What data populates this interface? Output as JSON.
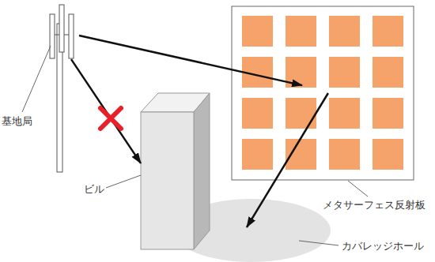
{
  "diagram": {
    "nodes": [
      {
        "text": [
          "基地局"
        ]
      },
      {
        "text": [
          "ビル"
        ]
      },
      {
        "text": [
          "メタサーフェス反射板"
        ]
      },
      {
        "text": [
          "カバレッジホール"
        ]
      }
    ],
    "edges": [
      {
        "from": 0,
        "to": 1,
        "arrow": "to"
      },
      {
        "from": 0,
        "to": 2,
        "arrow": "to"
      },
      {
        "from": 2,
        "to": 3,
        "arrow": "to"
      }
    ]
  }
}
